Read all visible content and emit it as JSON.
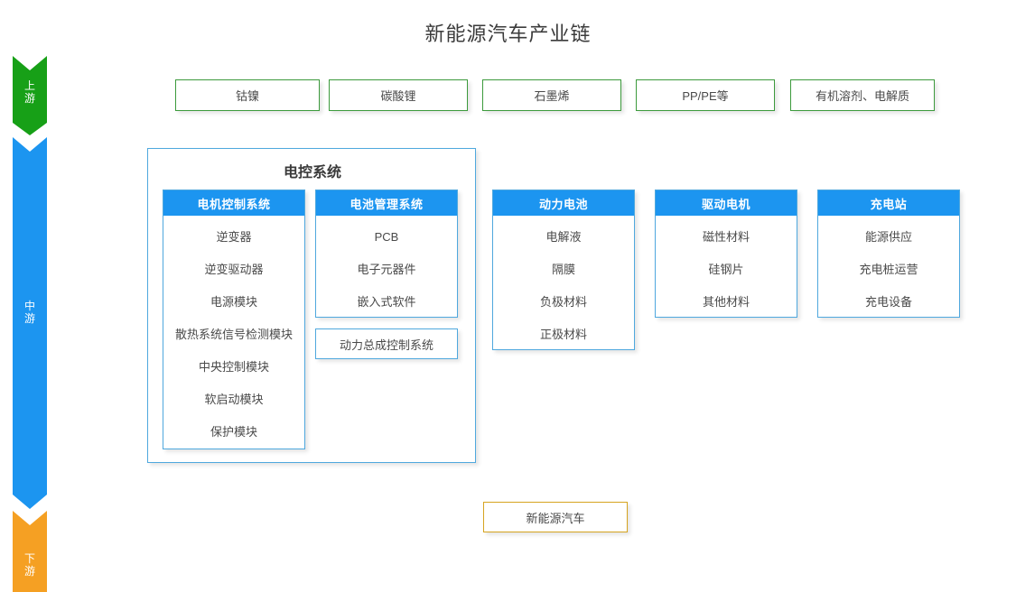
{
  "title": "新能源汽车产业链",
  "stages": [
    {
      "name": "upstream",
      "label": "上\n游",
      "label_lines": [
        "上",
        "游"
      ],
      "color": "#17A017"
    },
    {
      "name": "midstream",
      "label": "中\n游",
      "label_lines": [
        "中",
        "游"
      ],
      "color": "#1C95F0"
    },
    {
      "name": "downstream",
      "label": "下\n游",
      "label_lines": [
        "下",
        "游"
      ],
      "color": "#F5A023"
    }
  ],
  "upstream": {
    "border_color": "#3C9A3C",
    "boxes": [
      {
        "label": "钴镍"
      },
      {
        "label": "碳酸锂"
      },
      {
        "label": "石墨烯"
      },
      {
        "label": "PP/PE等"
      },
      {
        "label": "有机溶剂、电解质"
      }
    ]
  },
  "midstream": {
    "accent_color": "#1C95F0",
    "border_color": "#4FA8DE",
    "ecu_panel": {
      "title": "电控系统",
      "cards": [
        {
          "header": "电机控制系统",
          "items": [
            "逆变器",
            "逆变驱动器",
            "电源模块",
            "散热系统信号检测模块",
            "中央控制模块",
            "软启动模块",
            "保护模块"
          ]
        },
        {
          "header": "电池管理系统",
          "items": [
            "PCB",
            "电子元器件",
            "嵌入式软件"
          ]
        }
      ],
      "extra_box": {
        "label": "动力总成控制系统"
      }
    },
    "cards": [
      {
        "header": "动力电池",
        "items": [
          "电解液",
          "隔膜",
          "负极材料",
          "正极材料"
        ]
      },
      {
        "header": "驱动电机",
        "items": [
          "磁性材料",
          "硅钢片",
          "其他材料"
        ]
      },
      {
        "header": "充电站",
        "items": [
          "能源供应",
          "充电桩运营",
          "充电设备"
        ]
      }
    ]
  },
  "downstream": {
    "border_color": "#D6A420",
    "boxes": [
      {
        "label": "新能源汽车"
      }
    ]
  }
}
